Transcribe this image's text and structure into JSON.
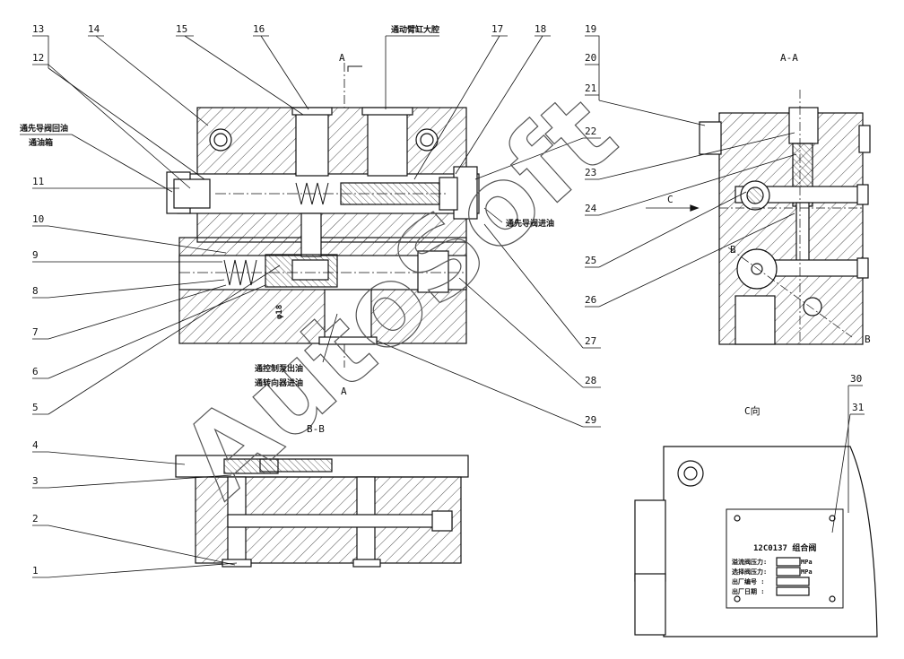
{
  "watermark": "AutoSoft",
  "callouts": {
    "n1": "1",
    "n2": "2",
    "n3": "3",
    "n4": "4",
    "n5": "5",
    "n6": "6",
    "n7": "7",
    "n8": "8",
    "n9": "9",
    "n10": "10",
    "n11": "11",
    "n12": "12",
    "n13": "13",
    "n14": "14",
    "n15": "15",
    "n16": "16",
    "n17": "17",
    "n18": "18",
    "n19": "19",
    "n20": "20",
    "n21": "21",
    "n22": "22",
    "n23": "23",
    "n24": "24",
    "n25": "25",
    "n26": "26",
    "n27": "27",
    "n28": "28",
    "n29": "29",
    "n30": "30",
    "n31": "31"
  },
  "labels": {
    "cylinder_big_chamber": "通动臂缸大腔",
    "pilot_return_1": "通先导阀回油",
    "pilot_return_2": "通油箱",
    "pilot_inlet": "通先导阀进油",
    "pump_out": "通控制泵出油",
    "steering_in": "通转向器进油",
    "dia": "φ18"
  },
  "sections": {
    "aa_title": "A-A",
    "bb_title": "B-B",
    "cview_title": "C向",
    "a_top": "A",
    "a_bottom": "A",
    "b_left": "B",
    "b_right": "B",
    "c_arrow": "C"
  },
  "nameplate": {
    "title": "12C0137 组合阀",
    "row1_label": "溢流阀压力:",
    "row1_unit": "MPa",
    "row2_label": "选择阀压力:",
    "row2_unit": "MPa",
    "row3_label": "出厂编号  :",
    "row4_label": "出厂日期  :"
  }
}
